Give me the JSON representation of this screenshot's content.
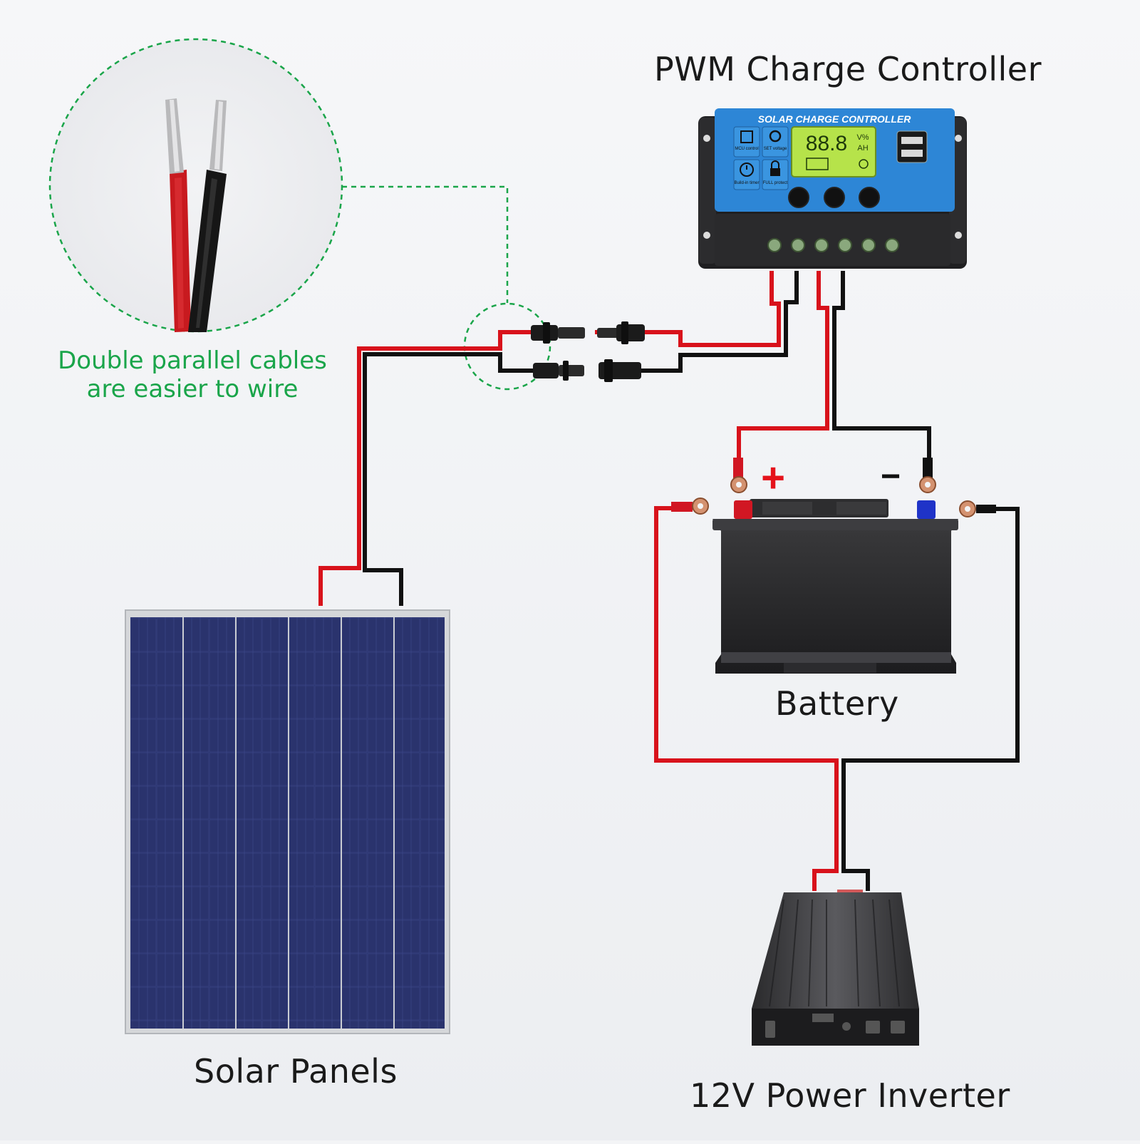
{
  "labels": {
    "controller": "PWM Charge Controller",
    "battery": "Battery",
    "solar": "Solar Panels",
    "inverter": "12V Power Inverter",
    "note_line1": "Double parallel cables",
    "note_line2": "are easier to wire"
  },
  "controller_face": {
    "title": "SOLAR CHARGE CONTROLLER",
    "display": "88.8",
    "unit_top": "V%",
    "unit_bottom": "AH",
    "icon_mcu": "MCU control",
    "icon_set": "SET voltage",
    "icon_timer": "Build-in timer",
    "icon_protect": "FULL protect"
  },
  "battery_marks": {
    "plus": "+",
    "minus": "−"
  },
  "colors": {
    "red_wire": "#d8121b",
    "black_wire": "#111111",
    "accent_green": "#1aa54a",
    "controller_blue": "#2d86d6",
    "panel_cell": "#26306a"
  },
  "icons": [
    "zoom-circle",
    "mc4-connector",
    "solar-panel",
    "battery",
    "charge-controller",
    "power-inverter",
    "ring-terminal"
  ]
}
